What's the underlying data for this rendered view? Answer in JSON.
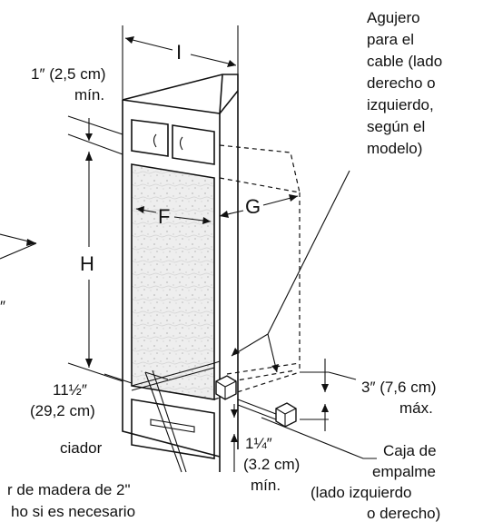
{
  "labels": {
    "dim_i": "I",
    "dim_h": "H",
    "dim_f": "F",
    "dim_g": "G",
    "top_clear_1": "1″ (2,5 cm)",
    "top_clear_2": "mín.",
    "bottom_1": "11½″",
    "bottom_2": "(29,2 cm)",
    "right_clear_1": "3″ (7,6 cm)",
    "right_clear_2": "máx.",
    "bottom_clear_1": "1¼″",
    "bottom_clear_2": "(3.2 cm)",
    "bottom_clear_3": "mín.",
    "hole_1": "Agujero",
    "hole_2": "para el",
    "hole_3": "cable (lado",
    "hole_4": "derecho o",
    "hole_5": "izquierdo,",
    "hole_6": "según el",
    "hole_7": "modelo)",
    "box_1": "Caja de",
    "box_2": "empalme",
    "box_3": "(lado izquierdo",
    "box_4": "o derecho)",
    "left_partial_1": "ciador",
    "left_partial_2": "r de madera de 2\"",
    "left_partial_3": "ho si es necesario",
    "left_partial_4": "″"
  },
  "colors": {
    "line": "#111111",
    "background": "#ffffff",
    "texture": "#bdbdbd"
  }
}
